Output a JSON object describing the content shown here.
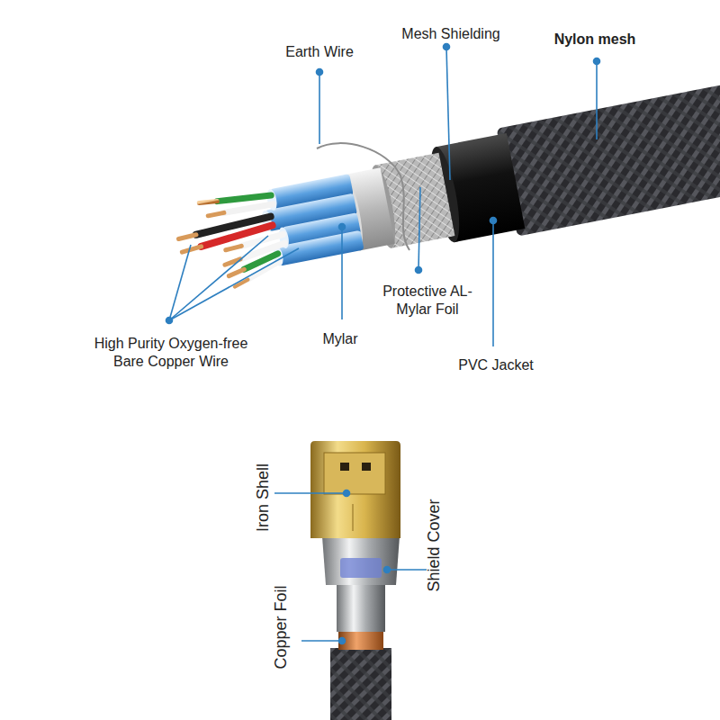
{
  "diagram": {
    "labels": [
      "Earth Wire",
      "Mesh Shielding",
      "Nylon mesh",
      "High Purity Oxygen-free Bare Copper Wire",
      "Mylar",
      "Protective AL- Mylar Foil",
      "PVC Jacket",
      "Iron Shell",
      "Shield Cover",
      "Copper Foil"
    ]
  }
}
